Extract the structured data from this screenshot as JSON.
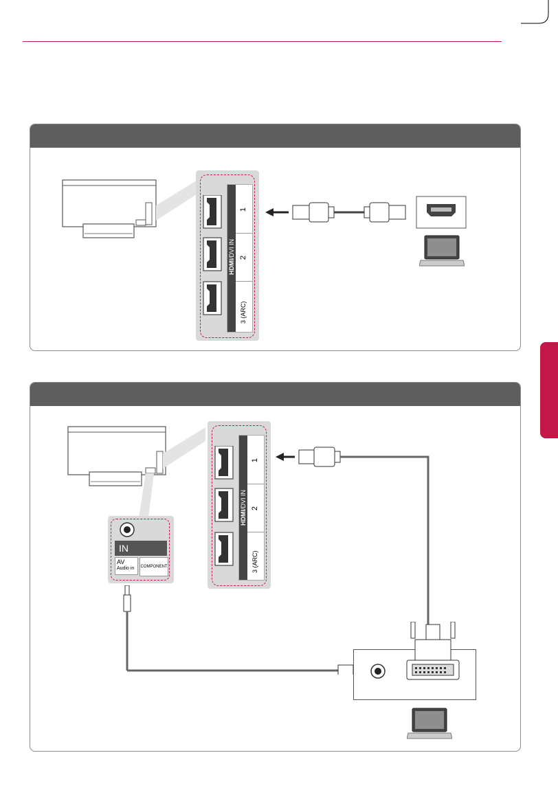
{
  "theme": {
    "accent": "#c4174a",
    "panel_header": "#5e5e5e",
    "panel_border": "#8a8a8a",
    "port_grey": "#d9d9d9"
  },
  "section_tab": {
    "label": ""
  },
  "panel_top": {
    "title": "",
    "port_labels": {
      "hdmi_brand": "HDMI",
      "dvi_in": "/DVI IN",
      "port1": "1",
      "port2": "2",
      "port3": "3 (ARC)"
    }
  },
  "panel_bottom": {
    "title": "",
    "port_labels": {
      "hdmi_brand": "HDMI",
      "dvi_in": "/DVI IN",
      "port1": "1",
      "port2": "2",
      "port3": "3 (ARC)"
    },
    "av_block": {
      "in_label": "IN",
      "av_label": "AV",
      "audio_in_label": "Audio in",
      "component_label": "COMPONENT"
    }
  },
  "icons": [
    "tv-back-icon",
    "hdmi-port-icon",
    "hdmi-cable-icon",
    "laptop-icon",
    "dvi-connector-icon",
    "audio-jack-icon",
    "arrow-left-icon"
  ]
}
